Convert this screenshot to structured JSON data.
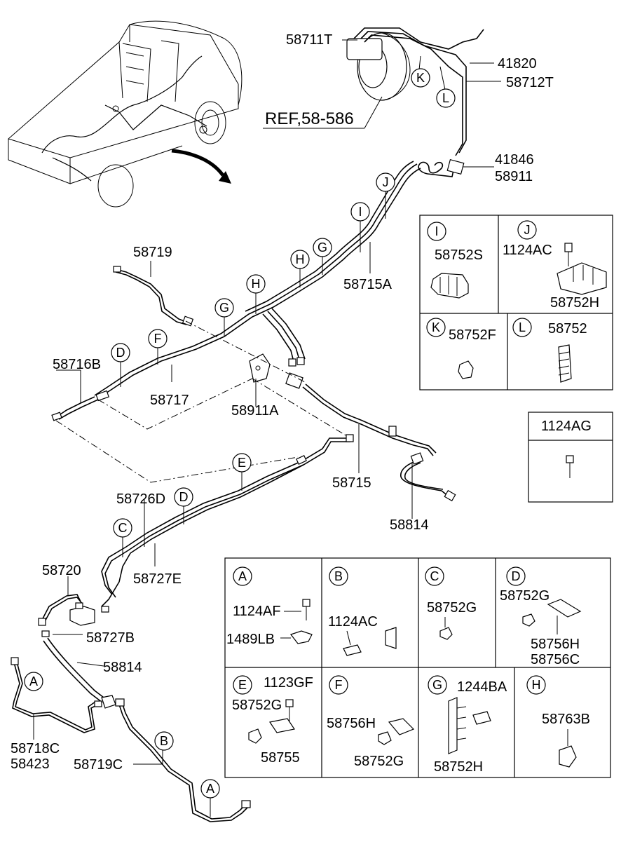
{
  "labels": {
    "p58711T": "58711T",
    "p41820": "41820",
    "p58712T": "58712T",
    "ref": "REF,58-586",
    "p41846": "41846",
    "p58911": "58911",
    "p58719": "58719",
    "p58715A": "58715A",
    "p58716B": "58716B",
    "p58717": "58717",
    "p58911A": "58911A",
    "p58715": "58715",
    "p58814a": "58814",
    "p58726D": "58726D",
    "p58727E": "58727E",
    "p58720": "58720",
    "p58727B": "58727B",
    "p58814b": "58814",
    "p58718C": "58718C",
    "p58423": "58423",
    "p58719C": "58719C"
  },
  "callouts": {
    "K": "K",
    "L": "L",
    "J": "J",
    "I": "I",
    "H": "H",
    "G": "G",
    "F": "F",
    "D": "D",
    "E": "E",
    "C": "C",
    "B": "B",
    "A": "A"
  },
  "table_top": {
    "I": {
      "letter": "I",
      "part": "58752S"
    },
    "J": {
      "letter": "J",
      "bolt": "1124AC",
      "part": "58752H"
    },
    "K": {
      "letter": "K",
      "part": "58752F"
    },
    "L": {
      "letter": "L",
      "part": "58752"
    }
  },
  "standalone": {
    "title": "1124AG"
  },
  "table_bottom": {
    "A": {
      "letter": "A",
      "p1": "1124AF",
      "p2": "1489LB"
    },
    "B": {
      "letter": "B",
      "p1": "1124AC"
    },
    "C": {
      "letter": "C",
      "p1": "58752G"
    },
    "D": {
      "letter": "D",
      "p1": "58752G",
      "p2": "58756H",
      "p3": "58756C"
    },
    "E": {
      "letter": "E",
      "p1": "1123GF",
      "p2": "58752G",
      "p3": "58755"
    },
    "F": {
      "letter": "F",
      "p1": "58756H",
      "p2": "58752G"
    },
    "G": {
      "letter": "G",
      "p1": "1244BA",
      "p2": "58752H"
    },
    "H": {
      "letter": "H",
      "p1": "58763B"
    }
  }
}
